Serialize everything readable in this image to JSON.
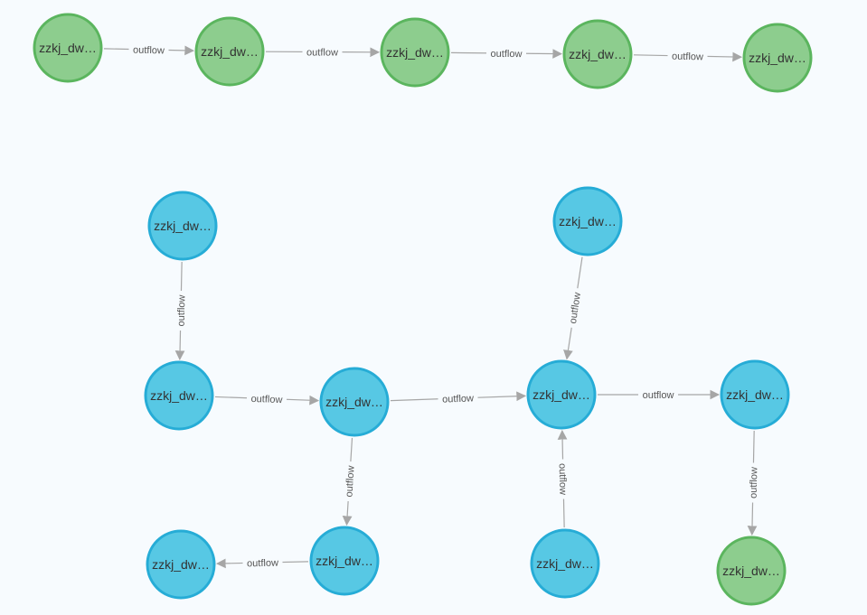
{
  "graph": {
    "node_label": "zzkj_dw…",
    "edge_label": "outflow",
    "colors": {
      "green_fill": "#8dcd8e",
      "green_stroke": "#5bb55e",
      "blue_fill": "#57c8e4",
      "blue_stroke": "#26acd6",
      "edge": "#a6a6a6",
      "background": "#f7fbfe"
    },
    "nodes": [
      {
        "id": "g1",
        "color": "green"
      },
      {
        "id": "g2",
        "color": "green"
      },
      {
        "id": "g3",
        "color": "green"
      },
      {
        "id": "g4",
        "color": "green"
      },
      {
        "id": "g5",
        "color": "green"
      },
      {
        "id": "b1",
        "color": "blue"
      },
      {
        "id": "b2",
        "color": "blue"
      },
      {
        "id": "b3",
        "color": "blue"
      },
      {
        "id": "b4",
        "color": "blue"
      },
      {
        "id": "b5",
        "color": "blue"
      },
      {
        "id": "b6",
        "color": "blue"
      },
      {
        "id": "b7",
        "color": "blue"
      },
      {
        "id": "b8",
        "color": "blue"
      },
      {
        "id": "b9",
        "color": "blue"
      },
      {
        "id": "g6",
        "color": "green"
      }
    ],
    "edges": [
      {
        "from": "g1",
        "to": "g2"
      },
      {
        "from": "g2",
        "to": "g3"
      },
      {
        "from": "g3",
        "to": "g4"
      },
      {
        "from": "g4",
        "to": "g5"
      },
      {
        "from": "b1",
        "to": "b2"
      },
      {
        "from": "b2",
        "to": "b3"
      },
      {
        "from": "b3",
        "to": "b4"
      },
      {
        "from": "b3",
        "to": "b6"
      },
      {
        "from": "b6",
        "to": "b5"
      },
      {
        "from": "b7",
        "to": "b4"
      },
      {
        "from": "b8",
        "to": "b4"
      },
      {
        "from": "b4",
        "to": "b9"
      },
      {
        "from": "b9",
        "to": "g6"
      }
    ]
  }
}
